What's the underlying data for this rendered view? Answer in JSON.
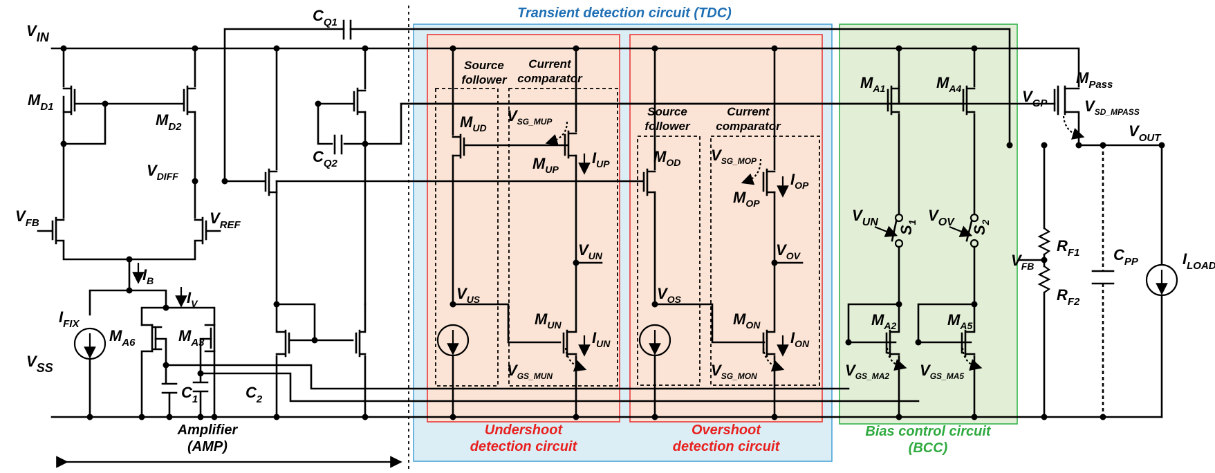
{
  "blocks": {
    "tdc_title": "Transient detection circuit (TDC)",
    "undershoot_line1": "Undershoot",
    "undershoot_line2": "detection circuit",
    "overshoot_line1": "Overshoot",
    "overshoot_line2": "detection circuit",
    "bcc_line1": "Bias control circuit",
    "bcc_line2": "(BCC)",
    "amp_line1": "Amplifier",
    "amp_line2": "(AMP)",
    "source_follower_1a": "Source",
    "source_follower_1b": "follower",
    "current_comp_1a": "Current",
    "current_comp_1b": "comparator",
    "source_follower_2a": "Source",
    "source_follower_2b": "follower",
    "current_comp_2a": "Current",
    "current_comp_2b": "comparator"
  },
  "labels": {
    "vin": [
      "V",
      "IN"
    ],
    "vss": [
      "V",
      "SS"
    ],
    "vout": [
      "V",
      "OUT"
    ],
    "vdiff": [
      "V",
      "DIFF"
    ],
    "vfb_amp": [
      "V",
      "FB"
    ],
    "vref": [
      "V",
      "REF"
    ],
    "vfb_div": [
      "V",
      "FB"
    ],
    "vgp": [
      "V",
      "GP"
    ],
    "vsd_mpass": [
      "V",
      "SD_MPASS"
    ],
    "cq1": [
      "C",
      "Q1"
    ],
    "cq2": [
      "C",
      "Q2"
    ],
    "md1": [
      "M",
      "D1"
    ],
    "md2": [
      "M",
      "D2"
    ],
    "ma6": [
      "M",
      "A6"
    ],
    "ma3": [
      "M",
      "A3"
    ],
    "c1": [
      "C",
      "1"
    ],
    "c2": [
      "C",
      "2"
    ],
    "ib": [
      "I",
      "B"
    ],
    "iv": [
      "I",
      "V"
    ],
    "ifix": [
      "I",
      "FIX"
    ],
    "mud": [
      "M",
      "UD"
    ],
    "mup": [
      "M",
      "UP"
    ],
    "iup": [
      "I",
      "UP"
    ],
    "vsg_mup": [
      "V",
      "SG_MUP"
    ],
    "vun": [
      "V",
      "UN"
    ],
    "vus": [
      "V",
      "US"
    ],
    "mun": [
      "M",
      "UN"
    ],
    "iun": [
      "I",
      "UN"
    ],
    "vgs_mun": [
      "V",
      "GS_MUN"
    ],
    "mod": [
      "M",
      "OD"
    ],
    "mop": [
      "M",
      "OP"
    ],
    "iop": [
      "I",
      "OP"
    ],
    "vsg_mop": [
      "V",
      "SG_MOP"
    ],
    "vov": [
      "V",
      "OV"
    ],
    "vos": [
      "V",
      "OS"
    ],
    "mon": [
      "M",
      "ON"
    ],
    "ion": [
      "I",
      "ON"
    ],
    "vsg_mon": [
      "V",
      "SG_MON"
    ],
    "ma1": [
      "M",
      "A1"
    ],
    "ma4": [
      "M",
      "A4"
    ],
    "ma2": [
      "M",
      "A2"
    ],
    "ma5": [
      "M",
      "A5"
    ],
    "vun_sw": [
      "V",
      "UN"
    ],
    "vov_sw": [
      "V",
      "OV"
    ],
    "s1": [
      "S",
      "1"
    ],
    "s2": [
      "S",
      "2"
    ],
    "vgs_ma2": [
      "V",
      "GS_MA2"
    ],
    "vgs_ma5": [
      "V",
      "GS_MA5"
    ],
    "mpass": [
      "M",
      "Pass"
    ],
    "rf1": [
      "R",
      "F1"
    ],
    "rf2": [
      "R",
      "F2"
    ],
    "cpp": [
      "C",
      "PP"
    ],
    "iload": [
      "I",
      "LOAD"
    ]
  },
  "colors": {
    "tdc_fill": "#dbeef5",
    "tdc_stroke": "#4aa3d8",
    "tdc_text": "#1f6fb5",
    "detect_fill": "#fbe4d5",
    "detect_stroke": "#e8393a",
    "detect_text": "#e8201f",
    "bcc_fill": "#e2efd6",
    "bcc_stroke": "#33b24a",
    "bcc_text": "#2faa3f"
  }
}
